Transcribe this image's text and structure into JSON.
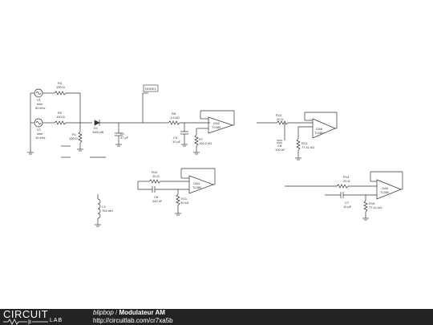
{
  "footer": {
    "logo_top": "CIRCUIT",
    "logo_bottom": "LAB",
    "author": "blipbop",
    "separator": " / ",
    "title": "Modulateur AM",
    "url": "http://circuitlab.com/cr7xa5b"
  },
  "labels": {
    "node_tag": "NODE1",
    "v1_name": "V1",
    "v1_type": "sine",
    "v1_freq": "50 kHz",
    "v2_name": "V2",
    "v2_type": "sine",
    "v2_freq": "10 kHz",
    "r3_name": "R3",
    "r3_value": "100 Ω",
    "r2_name": "R2",
    "r2_value": "100 Ω",
    "r1_name": "R1",
    "r1_value": "100 Ω",
    "d1_name": "D1",
    "d1_part": "1N4148",
    "c1_name": "C1",
    "c1_value": "47 pF",
    "r8_name": "R8",
    "r8_value": "1.6 kΩ",
    "c3_name": "C3",
    "c3_value": "10 pF",
    "r7_name": "R7",
    "r7_value": "100.2 kΩ",
    "oa2_name": "OA2",
    "oa2_part": "TL080",
    "r12_name": "R12",
    "r12_value": "20 Ω",
    "c8_name": "C8",
    "c8_value": "100 nF",
    "r13_name": "R13",
    "r13_value": "77.41 kΩ",
    "oa8_name": "OA8",
    "oa8_part": "TL080",
    "r10_name": "R10",
    "r10_value": "20 Ω",
    "c6_name": "C6",
    "c6_value": "240 nF",
    "r11_name": "R11",
    "r11_value": "30 kΩ",
    "oa4_name": "OA4",
    "oa4_part": "TL080",
    "r14_name": "R14",
    "r14_value": "20 Ω",
    "c7_name": "C7",
    "c7_value": "10 pF",
    "r15_name": "R15",
    "r15_value": "77.41 kΩ",
    "oa6_name": "OA6",
    "oa6_part": "TL080",
    "l3_name": "L3",
    "l3_value": "764 mH"
  },
  "colors": {
    "wire": "#333333",
    "footer_bg": "#232323",
    "footer_text": "#ffffff"
  }
}
